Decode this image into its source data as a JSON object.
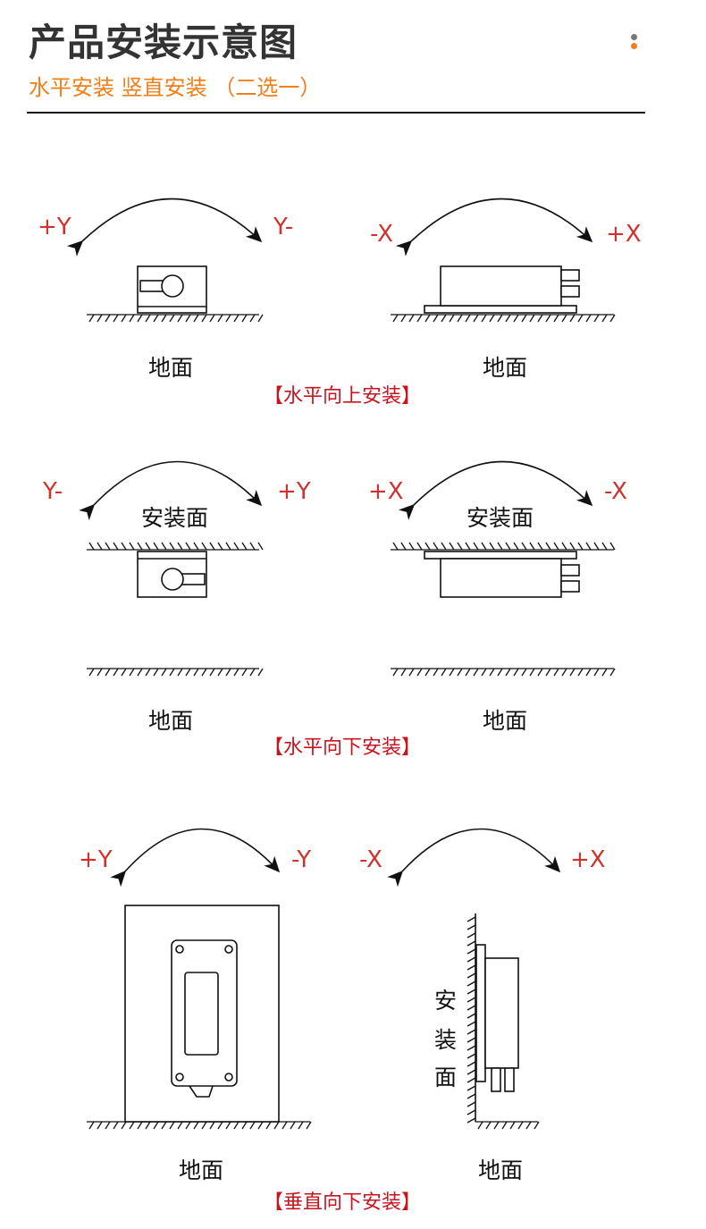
{
  "header": {
    "title": "产品安装示意图",
    "subtitle": "水平安装 竖直安装 （二选一）",
    "accent": "#f07f19"
  },
  "sections": [
    {
      "caption": "【水平向上安装】",
      "left": {
        "axis_left": "+Y",
        "axis_right": "Y-",
        "ground": "地面"
      },
      "right": {
        "axis_left": "-X",
        "axis_right": "+X",
        "ground": "地面"
      }
    },
    {
      "caption": "【水平向下安装】",
      "left": {
        "axis_left": "Y-",
        "axis_right": "+Y",
        "mount": "安装面",
        "ground": "地面"
      },
      "right": {
        "axis_left": "+X",
        "axis_right": "-X",
        "mount": "安装面",
        "ground": "地面"
      }
    },
    {
      "caption": "【垂直向下安装】",
      "left": {
        "axis_left": "+Y",
        "axis_right": "-Y",
        "ground": "地面"
      },
      "right": {
        "axis_left": "-X",
        "axis_right": "+X",
        "mount_chars": [
          "安",
          "装",
          "面"
        ],
        "ground": "地面"
      }
    }
  ],
  "colors": {
    "axis": "#d0312d",
    "caption": "#c8141e"
  }
}
